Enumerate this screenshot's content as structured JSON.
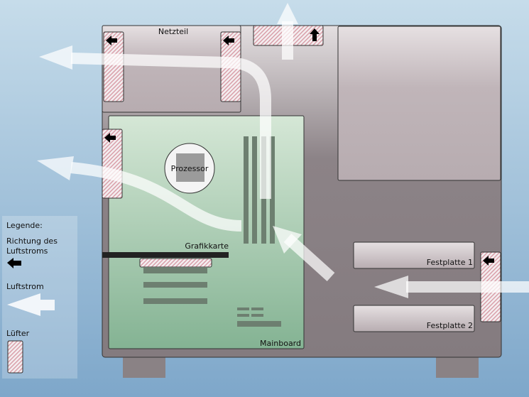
{
  "labels": {
    "psu": "Netzteil",
    "cpu": "Prozessor",
    "gpu": "Grafikkarte",
    "mainboard": "Mainboard",
    "hdd1": "Festplatte 1",
    "hdd2": "Festplatte 2"
  },
  "legend": {
    "title": "Legende:",
    "direction_line1": "Richtung des",
    "direction_line2": "Luftstroms",
    "airflow": "Luftstrom",
    "fan": "Lüfter"
  },
  "colors": {
    "background_top": "#c6dcea",
    "background_bottom": "#7ea7ca",
    "mainboard": "#a9c9ad",
    "fan_stripe": "#d9a0aa",
    "airflow": "#ffffff"
  }
}
